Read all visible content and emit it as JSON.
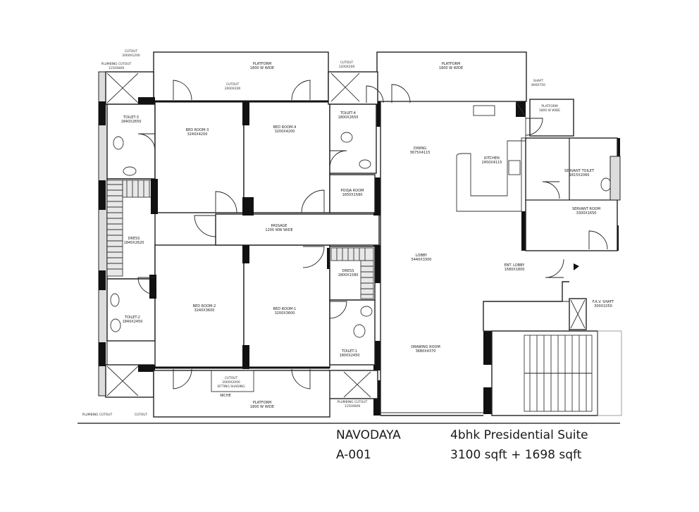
{
  "rooms": {
    "platform_top_left": "PLATFORM",
    "platform_top_left_dim": "1800 W WIDE",
    "platform_top_right": "PLATFORM",
    "platform_top_right_dim": "1800 W WIDE",
    "cutout_top_left": "CUTOUT",
    "cutout_top_left_dim": "2000X1200",
    "cutout_top_mid": "CUTOUT",
    "cutout_top_mid_dim": "2000X200",
    "cutout_top_right": "CUTOUT",
    "cutout_top_right_dim": "1200X200",
    "plumbing_cutout_top": "PLUMBING CUTOUT",
    "plumbing_cutout_top_dim": "1150X800",
    "shaft": "SHAFT",
    "shaft_dim": "800X750",
    "platform_servant": "PLATFORM",
    "platform_servant_dim": "1800 W WIDE",
    "toilet_3": "TOILET-3",
    "toilet_3_dim": "1840X2650",
    "bed_room_3": "BED ROOM-3",
    "bed_room_3_dim": "3240X4200",
    "bed_room_4": "BED ROOM-4",
    "bed_room_4_dim": "3200X4200",
    "toilet_4": "TOILET-4",
    "toilet_4_dim": "1800X2650",
    "dining": "DINING",
    "dining_dim": "3675X4115",
    "kitchen": "KITCHEN",
    "kitchen_dim": "2450X4115",
    "servant_toilet": "SERVANT TOILET",
    "servant_toilet_dim": "1815X2060",
    "pooja_room": "POOJA ROOM",
    "pooja_room_dim": "1650X1580",
    "servant_room": "SERVANT ROOM",
    "servant_room_dim": "3300X1650",
    "dress_left": "DRESS",
    "dress_left_dim": "1840X2620",
    "passage": "PASSAGE",
    "passage_dim": "1200 WW WIDE",
    "lobby": "LOBBY",
    "lobby_dim": "5440X3300",
    "ent_lobby": "ENT. LOBBY",
    "ent_lobby_dim": "1580X1800",
    "dress_right": "DRESS",
    "dress_right_dim": "1800X1580",
    "toilet_2": "TOILET-2",
    "toilet_2_dim": "1840X2450",
    "bed_room_2": "BED ROOM-2",
    "bed_room_2_dim": "3240X3600",
    "bed_room_1": "BED ROOM-1",
    "bed_room_1_dim": "3200X3600",
    "fav_shaft": "F.A.V. SHAFT",
    "fav_shaft_dim": "300X1050",
    "toilet_1": "TOILET-1",
    "toilet_1_dim": "1800X2450",
    "drawing_room": "DRAWING ROOM",
    "drawing_room_dim": "3680X4370",
    "cutout_bottom": "CUTOUT",
    "cutout_bottom_dim": "2000X2000",
    "sitting_shading": "SITTING SHADING",
    "niche": "NICHE",
    "platform_bottom": "PLATFORM",
    "platform_bottom_dim": "1800 W WIDE",
    "plumbing_cutout_bottom_left": "PLUMBING CUTOUT",
    "cutout_bottom_left": "CUTOUT",
    "plumbing_cutout_bottom_right": "PLUMBING CUTOUT",
    "plumbing_cutout_bottom_right_dim": "1150X800"
  },
  "caption": {
    "project": "NAVODAYA",
    "unit": "A-001",
    "title": "4bhk Presidential Suite",
    "area": "3100 sqft  + 1698 sqft"
  }
}
